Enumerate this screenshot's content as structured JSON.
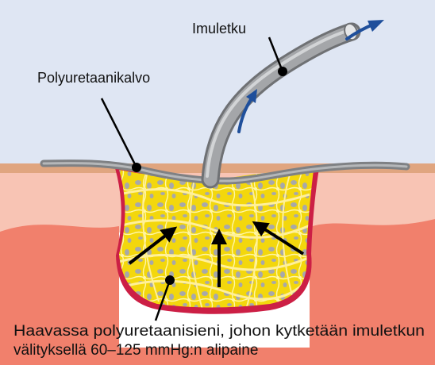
{
  "labels": {
    "suction_tube": "Imuletku",
    "film": "Polyuretaanikalvo",
    "caption_line1": "Haavassa polyuretaanisieni, johon kytketään imuletkun",
    "caption_line2": "välityksellä 60–125 mmHg:n alipaine"
  },
  "colors": {
    "background_top": "#dfe6f3",
    "skin_surface": "#e0a57f",
    "dermis": "#f8c4b4",
    "subcutis": "#f1806c",
    "wound_edge": "#cc1f45",
    "sponge_yellow": "#f3d70d",
    "sponge_gray": "#a7a8aa",
    "tube_gray": "#8b8d90",
    "arrow_blue": "#1f4f9b"
  }
}
